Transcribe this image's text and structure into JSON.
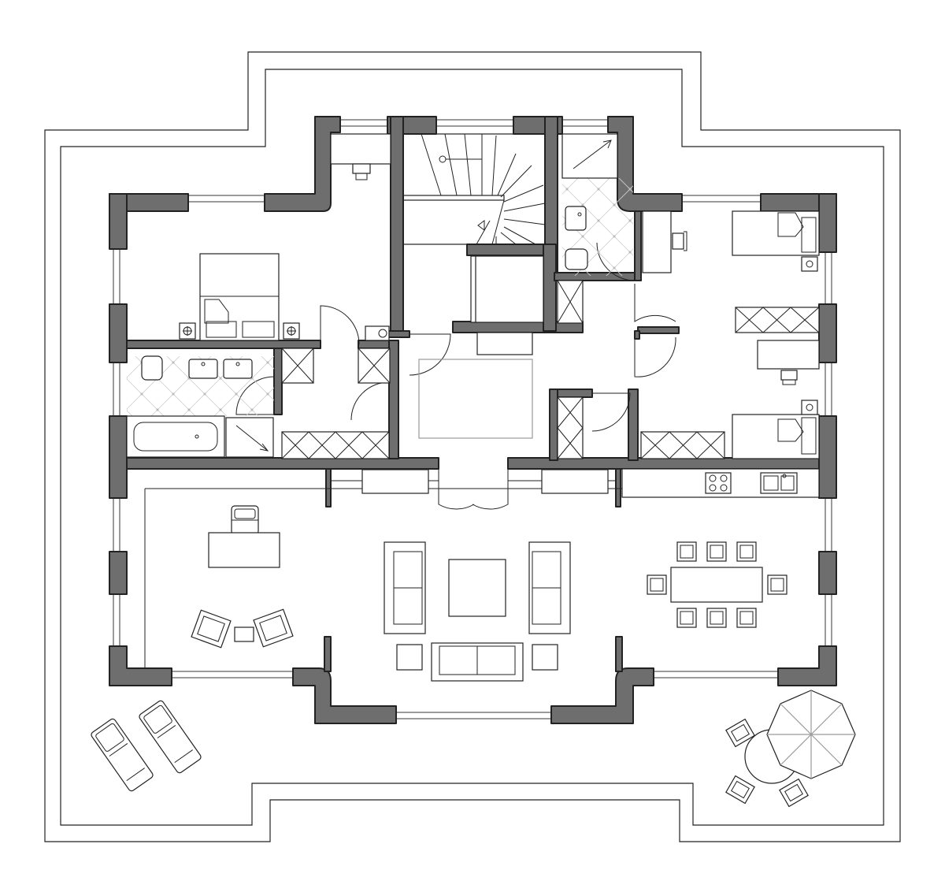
{
  "colors": {
    "wall": "#6e6e6e",
    "ink": "#222222",
    "background": "#ffffff"
  },
  "plan": {
    "type": "architectural floor plan (top view, no printed text)",
    "rooms": [
      "staircase",
      "bedroom-master",
      "bathroom",
      "bedroom-right-top",
      "bedroom-right-bottom",
      "shower-wc",
      "hall",
      "living-room",
      "kitchen",
      "terrace"
    ],
    "icons": [
      "bed-icon",
      "desk-icon",
      "office-chair-icon",
      "sofa-icon",
      "armchair-icon",
      "dining-table-icon",
      "parasol-icon",
      "sun-lounger-icon",
      "bathtub-icon",
      "toilet-icon",
      "sink-icon",
      "stove-icon",
      "kitchen-sink-icon",
      "wardrobe-icon"
    ]
  }
}
